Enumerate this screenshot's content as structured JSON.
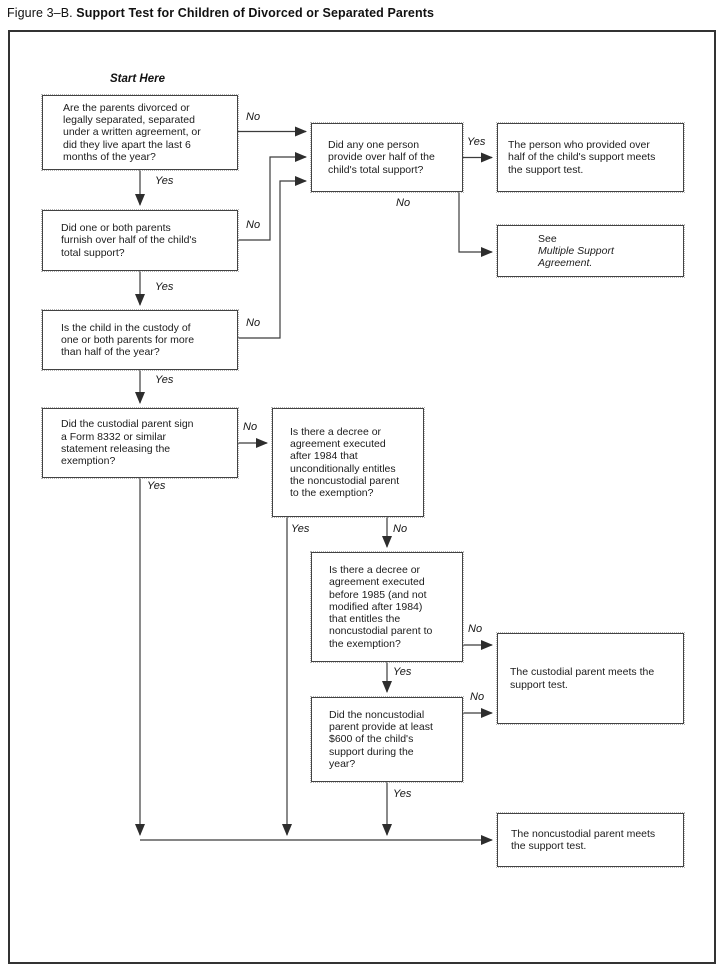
{
  "title": {
    "figure_label": "Figure 3–B.",
    "figure_title": "Support Test for Children of Divorced or Separated Parents"
  },
  "flowchart": {
    "start_label": "Start Here",
    "decision_labels": {
      "yes": "Yes",
      "no": "No"
    },
    "questions": {
      "divorced": "Are the parents divorced or\nlegally separated, separated\nunder a written agreement, or\ndid they live apart the last 6\nmonths of the year?",
      "parents_half_support": "Did one or both parents\nfurnish over half of the child's\ntotal support?",
      "custody": "Is the child in the custody of\none or both parents for more\nthan half of the year?",
      "form_8332": "Did the custodial parent sign\na Form 8332 or similar\nstatement releasing the\nexemption?",
      "any_one_person": "Did any one person\nprovide over half of the\nchild's total support?",
      "decree_after_1984": "Is there a decree or\nagreement executed\nafter 1984 that\nunconditionally entitles\nthe noncustodial parent\nto the exemption?",
      "decree_before_1985": "Is there a decree or\nagreement executed\nbefore 1985 (and not\nmodified after 1984)\nthat entitles the\nnoncustodial parent to\nthe exemption?",
      "six_hundred_support": "Did the noncustodial\nparent provide at least\n$600 of the child's\nsupport during the\nyear?"
    },
    "outcomes": {
      "person_provided": "The person who provided over\nhalf of the child's support meets\nthe support test.",
      "multiple_support_prefix": "See ",
      "multiple_support_term": "Multiple Support\nAgreement.",
      "custodial": "The custodial parent meets the\nsupport test.",
      "noncustodial": "The noncustodial parent meets\nthe support test."
    }
  }
}
